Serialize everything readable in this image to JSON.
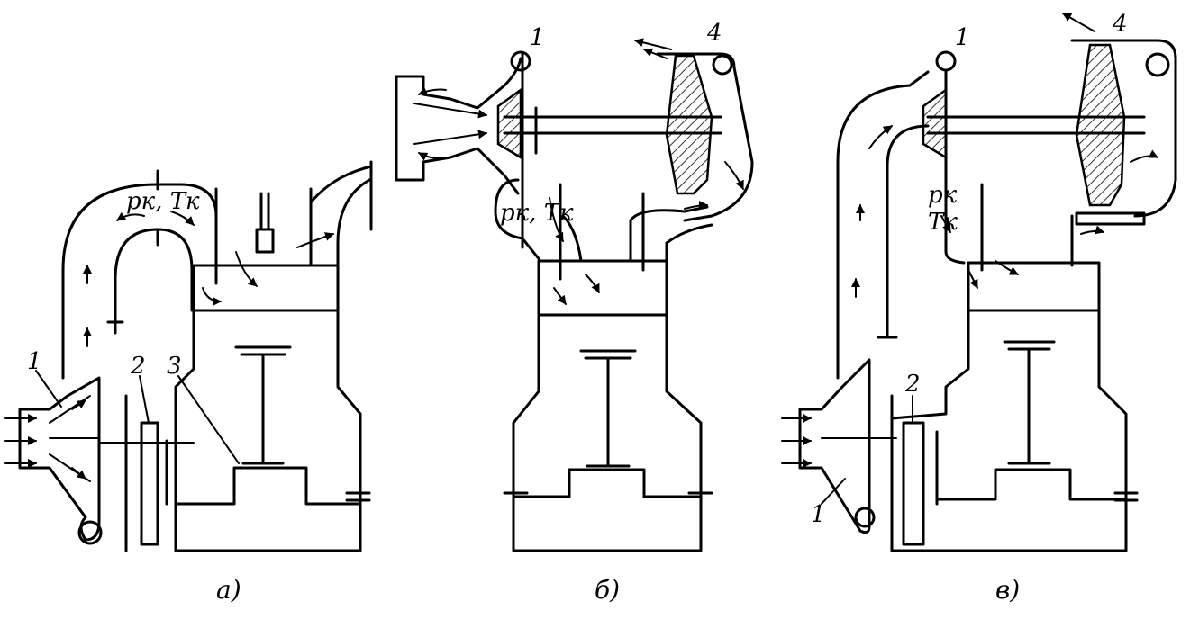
{
  "diagrams": {
    "a": {
      "caption": "а)",
      "labels": {
        "n1": "1",
        "n2": "2",
        "n3": "3",
        "pk_tk": "pк, Tк"
      }
    },
    "b": {
      "caption": "б)",
      "labels": {
        "n1": "1",
        "n4": "4",
        "pk_tk": "pк, Tк"
      }
    },
    "c": {
      "caption": "в)",
      "labels": {
        "n1": "1",
        "n1_lower": "1",
        "n2": "2",
        "n4": "4",
        "pk": "pк",
        "tk": "Tк"
      }
    }
  }
}
